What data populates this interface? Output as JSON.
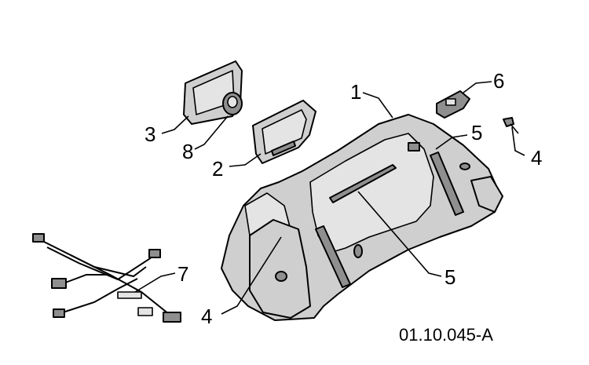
{
  "diagram": {
    "reference_code": "01.10.045-A",
    "callouts": [
      {
        "id": "c1",
        "label": "1"
      },
      {
        "id": "c2",
        "label": "2"
      },
      {
        "id": "c3",
        "label": "3"
      },
      {
        "id": "c4a",
        "label": "4"
      },
      {
        "id": "c4b",
        "label": "4"
      },
      {
        "id": "c5a",
        "label": "5"
      },
      {
        "id": "c5b",
        "label": "5"
      },
      {
        "id": "c6",
        "label": "6"
      },
      {
        "id": "c7",
        "label": "7"
      },
      {
        "id": "c8",
        "label": "8"
      }
    ]
  }
}
